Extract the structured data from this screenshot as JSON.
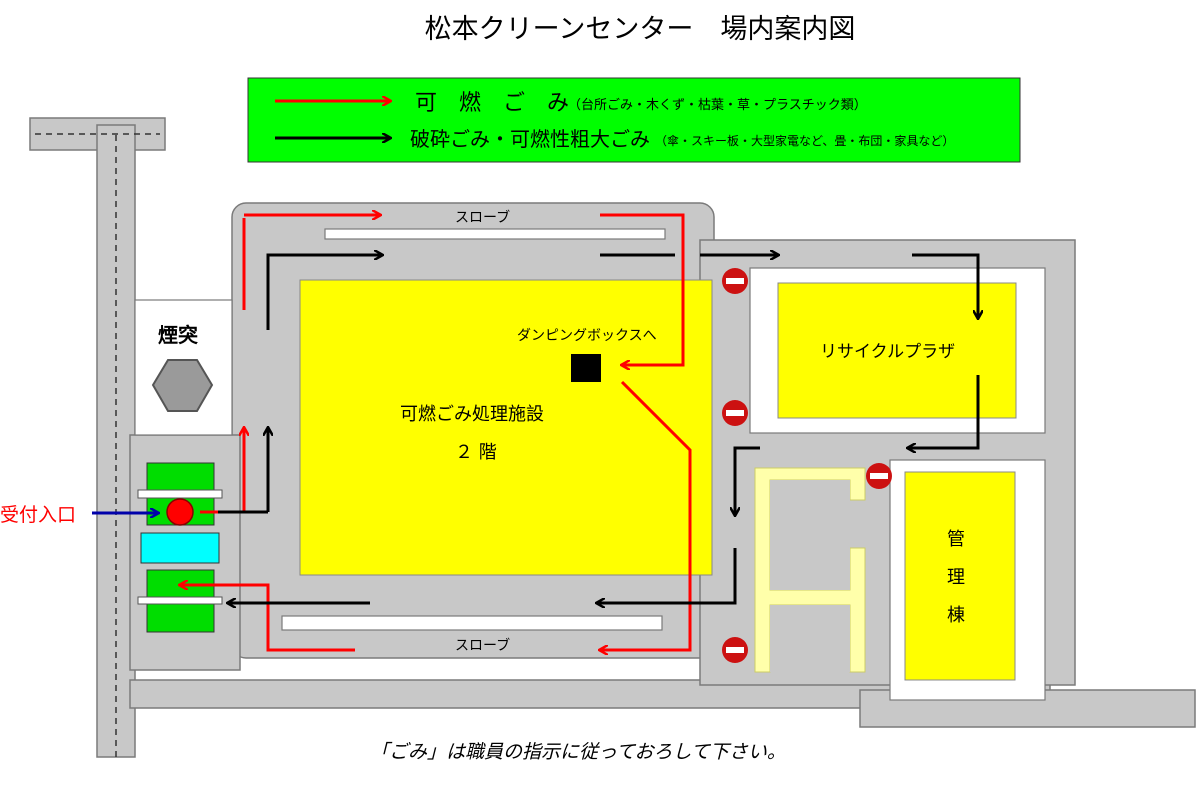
{
  "title": "松本クリーンセンター　場内案内図",
  "legend": {
    "burnable": {
      "label": "可　燃　ご　み",
      "detail": "（台所ごみ・木くず・枯葉・草・プラスチック類）",
      "color": "#ff0000"
    },
    "crushable": {
      "label": "破砕ごみ・可燃性粗大ごみ",
      "detail": "（傘・スキー板・大型家電など、畳・布団・家具など）",
      "color": "#000000"
    }
  },
  "labels": {
    "slope_top": "スローブ",
    "slope_bottom": "スローブ",
    "chimney": "煙突",
    "dumping_box": "ダンピングボックスへ",
    "facility_name": "可燃ごみ処理施設",
    "facility_floor": "２ 階",
    "recycle_plaza": "リサイクルプラザ",
    "admin_1": "管",
    "admin_2": "理",
    "admin_3": "棟",
    "reception": "受付入口"
  },
  "footer": "「ごみ」は職員の指示に従っておろして下さい。",
  "colors": {
    "road": "#c8c8c8",
    "road_edge": "#7a7a7a",
    "building": "#ffff00",
    "legend_bg": "#00ff00",
    "booth": "#00dd00",
    "water": "#00ffff",
    "no_entry": "#cc1111",
    "entry_arrow": "#0000aa"
  }
}
